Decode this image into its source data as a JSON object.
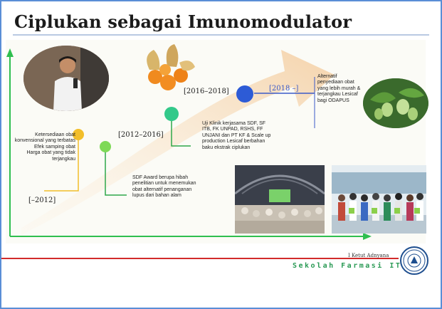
{
  "title": "Ciplukan sebagai Imunomodulator",
  "milestones": [
    {
      "year": "[–2012]",
      "color": "#f2be2a",
      "text": "Ketersediaan obat konvensional yang terbatas\nEfek samping obat\nHarga obat yang tidak terjangkau"
    },
    {
      "year": "[2012–2016]",
      "color": "#7ed957",
      "text": "SDF Award berupa hibah penelitian untuk menemukan obat alternatif penanganan lupus dari bahan alam"
    },
    {
      "year": "[2016–2018]",
      "color": "#33c98a",
      "text": "Uji Klinik kerjasama SDF, SF ITB, FK UNPAD, RSHS, FF UNJANI dan PT KF & Scale up production Lesicaf berbahan baku ekstrak ciplukan"
    },
    {
      "year": "[2018 –]",
      "color": "#2d5bd6",
      "text": "Alternatif penyediaan obat yang lebih murah & terjangkau Lesicaf  bagi ODAPUS"
    }
  ],
  "footer": {
    "author": "I Ketut Adnyana",
    "institution": "Sekolah Farmasi ITB"
  },
  "colors": {
    "title_rule": "#b9c9e3",
    "axis": "#2fbf4f",
    "footer_line": "#d22b2b",
    "footer_text": "#2a9a55",
    "arrow": "#f6d8b4"
  },
  "icons": [
    "presenter-photo",
    "ciplukan-fruit-photo",
    "ciplukan-plant-photo",
    "auditorium-photo",
    "group-photo",
    "itb-seal-icon"
  ]
}
